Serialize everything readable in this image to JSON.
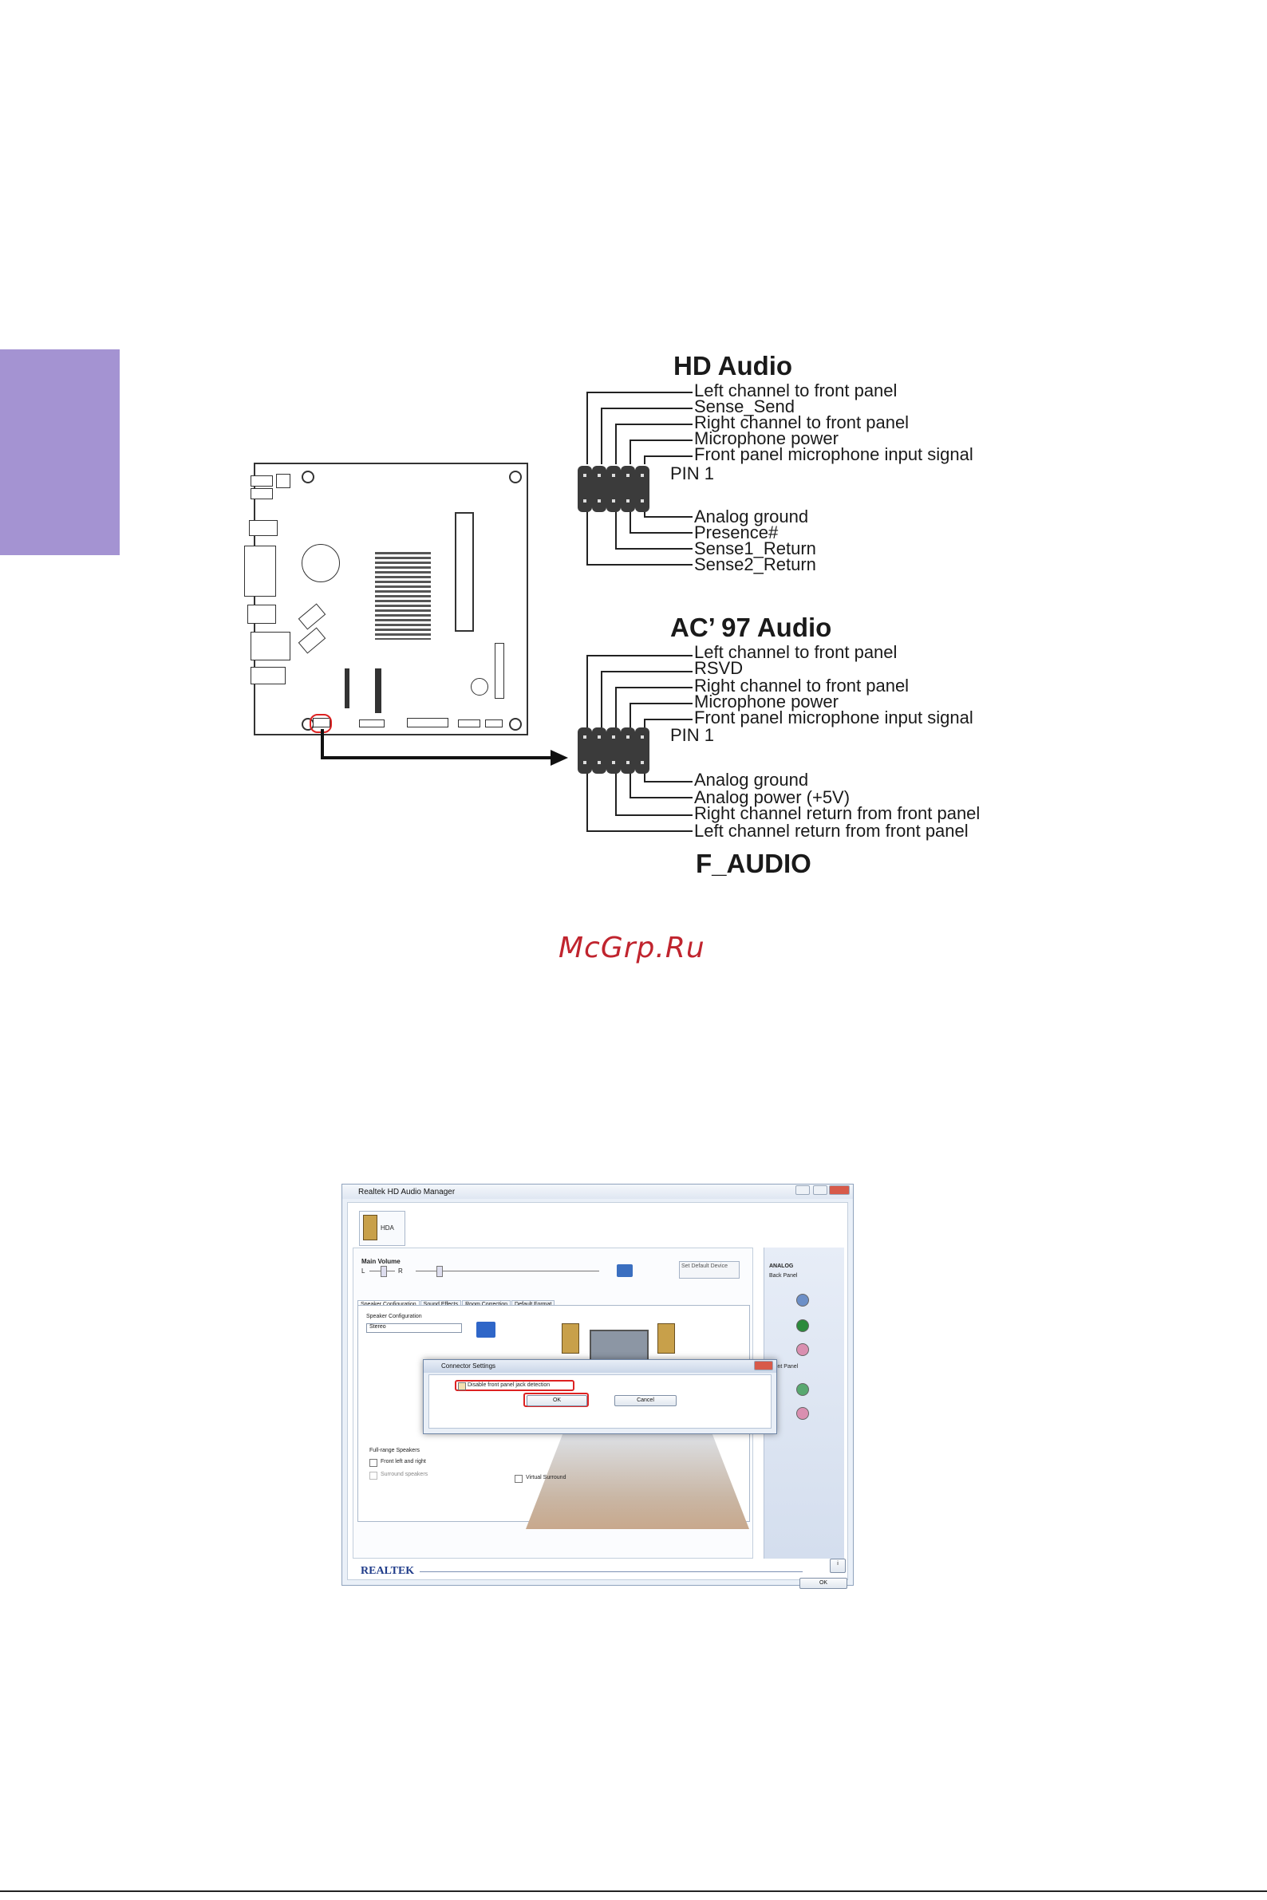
{
  "hd_audio": {
    "title": "HD Audio",
    "pin1": "PIN 1",
    "top_labels": [
      "Left channel to front panel",
      "Sense_Send",
      "Right channel to front panel",
      "Microphone power",
      "Front panel microphone input signal"
    ],
    "bottom_labels": [
      "Analog ground",
      "Presence#",
      "Sense1_Return",
      "Sense2_Return"
    ]
  },
  "ac97_audio": {
    "title": "AC’ 97 Audio",
    "pin1": "PIN 1",
    "top_labels": [
      "Left channel to front panel",
      "RSVD",
      "Right channel to front panel",
      "Microphone power",
      "Front panel microphone input signal"
    ],
    "bottom_labels": [
      "Analog ground",
      "Analog power (+5V)",
      "Right channel return from front panel",
      "Left channel return from front panel"
    ]
  },
  "connector_name": "F_AUDIO",
  "watermark": "McGrp.Ru",
  "realtek": {
    "window_title": "Realtek HD Audio Manager",
    "device_tab": "HDA",
    "main_volume": "Main Volume",
    "vol_l": "L",
    "vol_r": "R",
    "set_default_device": "Set Default Device",
    "tabs": [
      "Speaker Configuration",
      "Sound Effects",
      "Room Correction",
      "Default Format"
    ],
    "speaker_configuration_label": "Speaker Configuration",
    "speaker_select": "Stereo",
    "full_range_label": "Full-range Speakers",
    "front_left_right": "Front left and right",
    "surround_speakers": "Surround speakers",
    "virtual_surround": "Virtual Surround",
    "analog": "ANALOG",
    "back_panel": "Back Panel",
    "front_panel": "Front Panel",
    "brand": "REALTEK",
    "ok": "OK",
    "info": "i",
    "jack_colors": {
      "back": [
        "#6c8fc7",
        "#2c8a3c",
        "#d98fb0"
      ],
      "front": [
        "#58a870",
        "#d98fb0"
      ]
    }
  },
  "dialog": {
    "title": "Connector Settings",
    "checkbox": "Disable front panel jack detection",
    "ok": "OK",
    "cancel": "Cancel"
  },
  "highlight_color": "#dd2222"
}
